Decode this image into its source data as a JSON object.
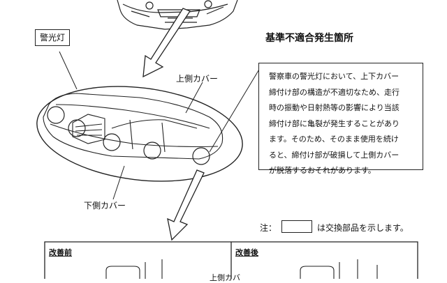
{
  "labels": {
    "warning_light": "警光灯",
    "upper_cover": "上側カバー",
    "lower_cover": "下側カバー",
    "defect_location": "基準不適合発生箇所",
    "note_prefix": "注：",
    "note_suffix": "は交換部品を示します。",
    "before": "改善前",
    "after": "改善後",
    "bottom_partial": "上側カバ"
  },
  "description": {
    "lines": [
      "警察車の警光灯において、上下カバー",
      "締付け部の構造が不適切なため、走行",
      "時の振動や日射熱等の影響により当該",
      "締付け部に亀裂が発生することがあり",
      "ます。そのため、そのまま使用を続け",
      "ると、締付け部が破損して上側カバー",
      "が脱落するおそれがあります。"
    ]
  }
}
